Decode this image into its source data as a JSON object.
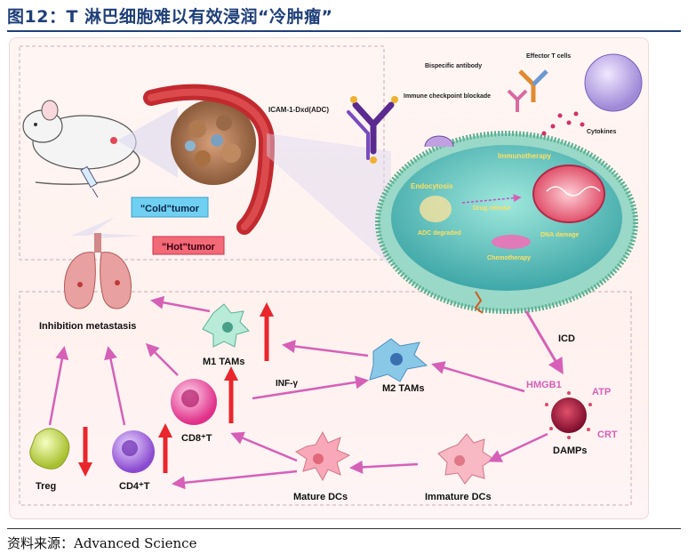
{
  "figure": {
    "title": "图12：T 淋巴细胞难以有效浸润“冷肿瘤”",
    "source": "资料来源：Advanced Science"
  },
  "diagram": {
    "cold_tumor": "\"Cold\"tumor",
    "hot_tumor": "\"Hot\"tumor",
    "adc": "ICAM-1-Dxd(ADC)",
    "bispecific": "Bispecific antibody",
    "effector_t": "Effector T cells",
    "checkpoint": "Immune checkpoint blockade",
    "cytokines": "Cytokines",
    "immunotherapy": "Immunotherapy",
    "endocytosis": "Endocytosis",
    "drug_release": "Drug release",
    "adc_degraded": "ADC degraded",
    "dna_damage": "DNA damage",
    "chemotherapy": "Chemotherapy",
    "icd": "ICD",
    "hmgb1": "HMGB1",
    "atp": "ATP",
    "crt": "CRT",
    "damps": "DAMPs",
    "immature_dcs": "Immature DCs",
    "mature_dcs": "Mature DCs",
    "m2_tams": "M2 TAMs",
    "m1_tams": "M1 TAMs",
    "inf_gamma": "INF-γ",
    "cd8": "CD8⁺T",
    "cd4": "CD4⁺T",
    "treg": "Treg",
    "inhibition": "Inhibition metastasis"
  },
  "colors": {
    "title": "#1f3f7a",
    "arrow_pink": "#d660b8",
    "arrow_red": "#e8262c",
    "cold_box": "#6fd0f2",
    "hot_box": "#f26a78",
    "cell_body": "#6fc6c0"
  }
}
